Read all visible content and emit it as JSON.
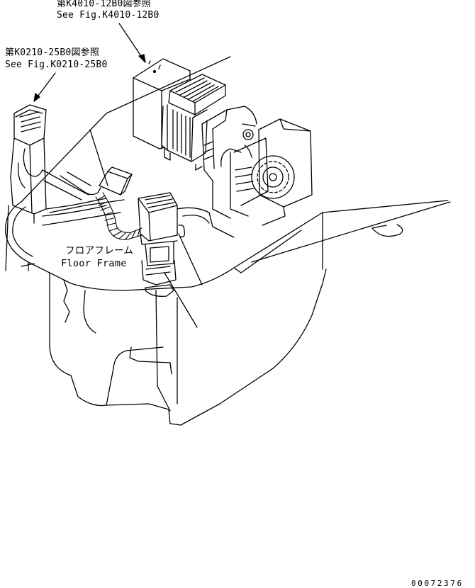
{
  "callouts": {
    "top": {
      "jp": "第K4010-12B0図参照",
      "en": "See Fig.K4010-12B0"
    },
    "left": {
      "jp": "第K0210-25B0図参照",
      "en": "See Fig.K0210-25B0"
    },
    "floor": {
      "jp": "フロアフレーム",
      "en": "Floor Frame"
    }
  },
  "drawing_number": "00072376",
  "colors": {
    "ink": "#000000",
    "paper": "#ffffff"
  }
}
